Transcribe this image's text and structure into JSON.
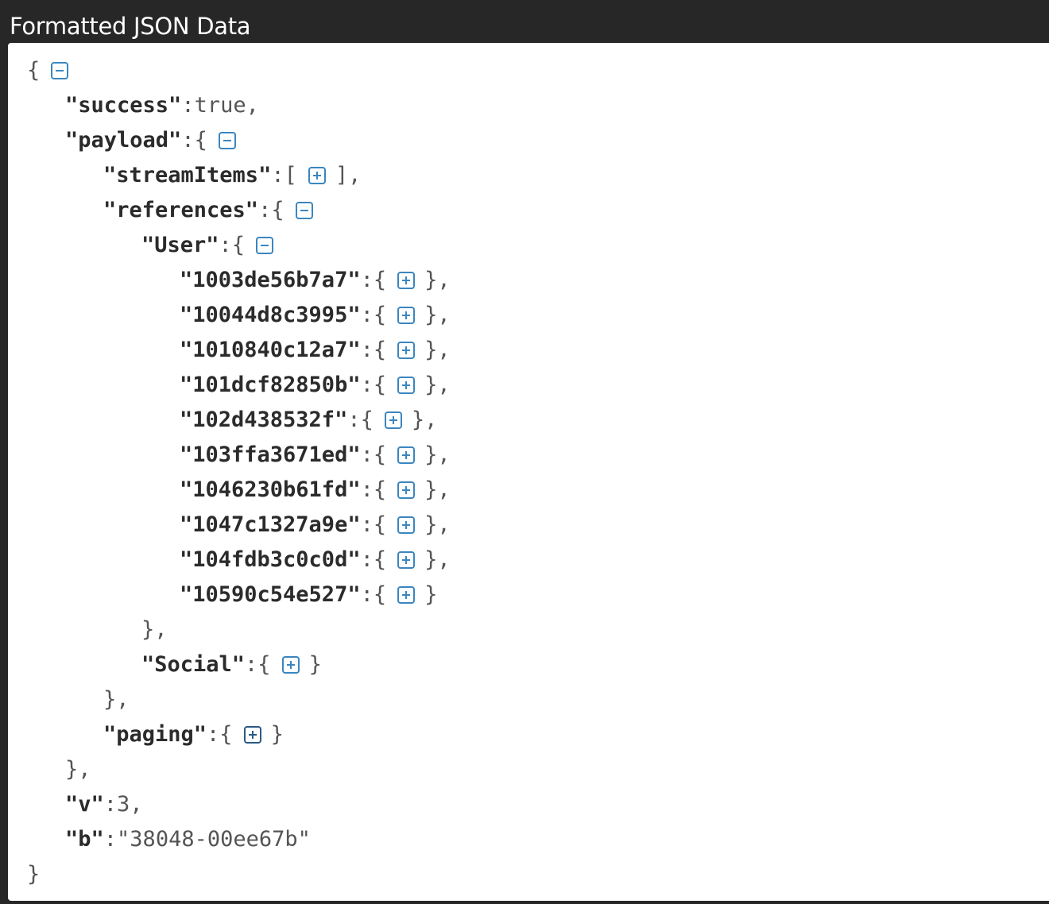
{
  "window": {
    "title": "Formatted JSON Data"
  },
  "json": {
    "open_brace": "{",
    "close_brace": "}",
    "success": {
      "key": "\"success\"",
      "value": "true"
    },
    "payload": {
      "key": "\"payload\"",
      "streamItems": {
        "key": "\"streamItems\""
      },
      "references": {
        "key": "\"references\"",
        "User": {
          "key": "\"User\"",
          "ids": [
            "\"1003de56b7a7\"",
            "\"10044d8c3995\"",
            "\"1010840c12a7\"",
            "\"101dcf82850b\"",
            "\"102d438532f\"",
            "\"103ffa3671ed\"",
            "\"1046230b61fd\"",
            "\"1047c1327a9e\"",
            "\"104fdb3c0c0d\"",
            "\"10590c54e527\""
          ]
        },
        "Social": {
          "key": "\"Social\""
        }
      },
      "paging": {
        "key": "\"paging\""
      }
    },
    "v": {
      "key": "\"v\"",
      "value": "3"
    },
    "b": {
      "key": "\"b\"",
      "value": "\"38048-00ee67b\""
    }
  },
  "icons": {
    "collapse": "minus-square-icon",
    "expand": "plus-square-icon"
  },
  "colors": {
    "toggle": "#3a86c0",
    "background": "#272727"
  }
}
